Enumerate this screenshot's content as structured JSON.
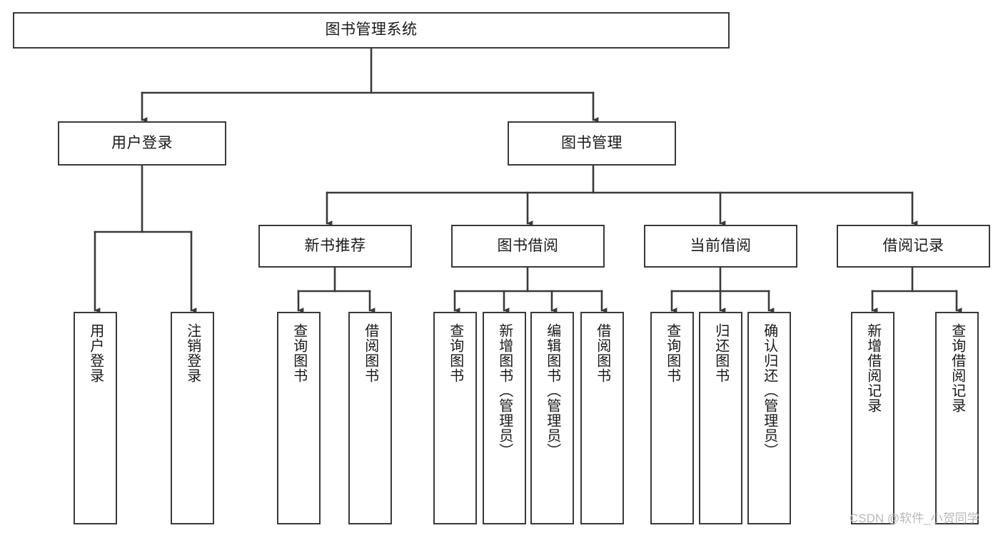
{
  "diagram": {
    "title": "图书管理系统",
    "type": "tree-hierarchy",
    "orientation": "top-down",
    "colors": {
      "box_border": "#3a3a3a",
      "box_fill": "#ffffff",
      "edge": "#3a3a3a",
      "text": "#1a1a1a",
      "watermark": "#b9b9b9",
      "background": "#ffffff"
    }
  },
  "watermark": {
    "text": "CSDN @软件_小贺同学"
  },
  "nodes": {
    "root": {
      "label": "图书管理系统"
    },
    "level2": [
      {
        "label": "用户登录"
      },
      {
        "label": "图书管理"
      }
    ],
    "level3": [
      {
        "label": "新书推荐"
      },
      {
        "label": "图书借阅"
      },
      {
        "label": "当前借阅"
      },
      {
        "label": "借阅记录"
      }
    ],
    "leaves": {
      "user_login_group": [
        {
          "label": "用户登录"
        },
        {
          "label": "注销登录"
        }
      ],
      "new_book_group": [
        {
          "label": "查询图书"
        },
        {
          "label": "借阅图书"
        }
      ],
      "borrow_group": [
        {
          "label": "查询图书"
        },
        {
          "label": "新增图书（管理员）"
        },
        {
          "label": "编辑图书（管理员）"
        },
        {
          "label": "借阅图书"
        }
      ],
      "current_borrow_group": [
        {
          "label": "查询图书"
        },
        {
          "label": "归还图书"
        },
        {
          "label": "确认归还（管理员）"
        }
      ],
      "records_group": [
        {
          "label": "新增借阅记录"
        },
        {
          "label": "查询借阅记录"
        }
      ]
    }
  }
}
